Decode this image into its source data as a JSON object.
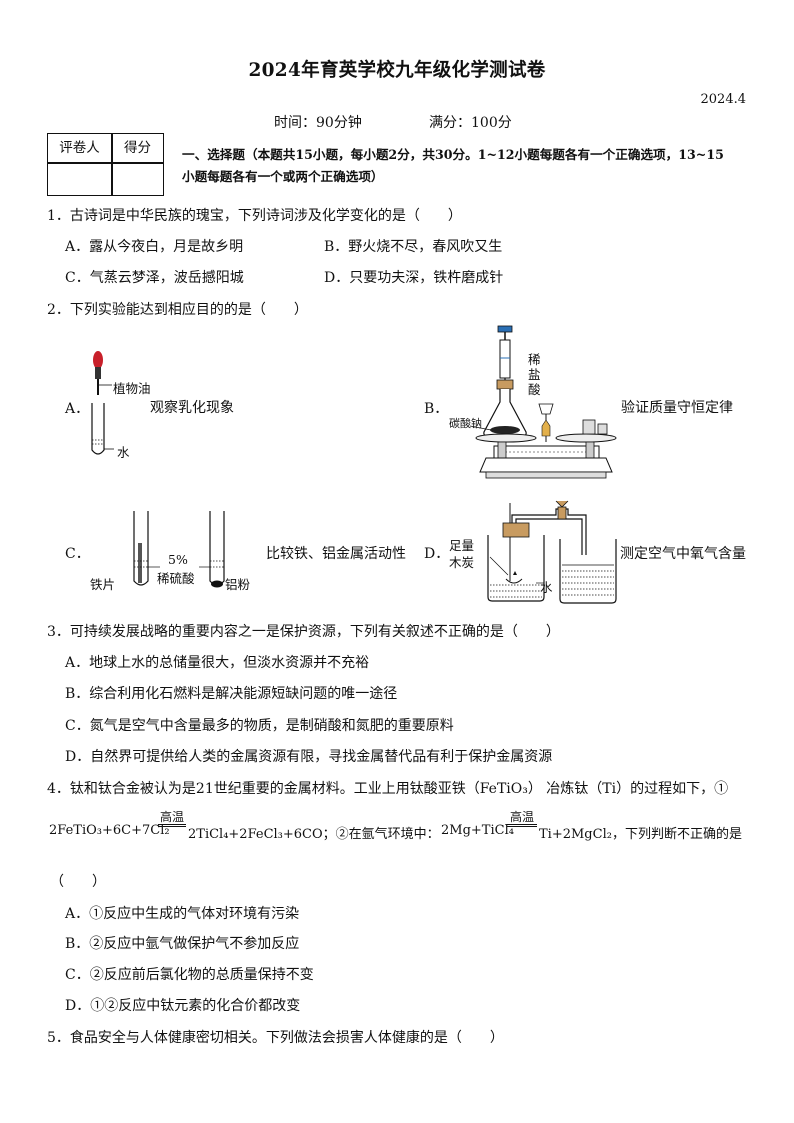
{
  "header": {
    "title": "2024年育英学校九年级化学测试卷",
    "date": "2024.4",
    "time": "时间：90分钟",
    "full_score": "满分：100分"
  },
  "score_box": {
    "grader": "评卷人",
    "score": "得分"
  },
  "section1": {
    "line1": "一、选择题（本题共15小题，每小题2分，共30分。1~12小题每题各有一个正确选项，13~15",
    "line2": "小题每题各有一个或两个正确选项）"
  },
  "q1": {
    "stem": "1．古诗词是中华民族的瑰宝，下列诗词涉及化学变化的是（　　）",
    "A": "A．露从今夜白，月是故乡明",
    "B": "B．野火烧不尽，春风吹又生",
    "C": "C．气蒸云梦泽，波岳撼阳城",
    "D": "D．只要功夫深，铁杵磨成针"
  },
  "q2": {
    "stem": "2．下列实验能达到相应目的的是（　　）",
    "A": {
      "label": "A．",
      "desc": "观察乳化现象",
      "oil": "植物油",
      "water": "水"
    },
    "B": {
      "label": "B．",
      "desc": "验证质量守恒定律",
      "acid": [
        "稀",
        "盐",
        "酸"
      ],
      "carbonate": "碳酸钠"
    },
    "C": {
      "label": "C．",
      "desc": "比较铁、铝金属活动性",
      "percent": "5%",
      "acid": "稀硫酸",
      "iron": "铁片",
      "al": "铝粉"
    },
    "D": {
      "label": "D．",
      "desc": "测定空气中氧气含量",
      "carbon1": "足量",
      "carbon2": "木炭",
      "water": "水"
    }
  },
  "q3": {
    "stem": "3．可持续发展战略的重要内容之一是保护资源，下列有关叙述不正确的是（　　）",
    "A": "A．地球上水的总储量很大，但淡水资源并不充裕",
    "B": "B．综合利用化石燃料是解决能源短缺问题的唯一途径",
    "C": "C．氮气是空气中含量最多的物质，是制硝酸和氮肥的重要原料",
    "D": "D．自然界可提供给人类的金属资源有限，寻找金属替代品有利于保护金属资源"
  },
  "q4": {
    "stem": "4．钛和钛合金被认为是21世纪重要的金属材料。工业上用钛酸亚铁（FeTiO₃） 冶炼钛（Ti）的过程如下，①",
    "eq1_left": "2FeTiO₃+6C+7Cl₂",
    "condition": "高温",
    "eq1_right": "2TiCl₄+2FeCl₃+6CO；②在氩气环境中：",
    "eq2_left": "2Mg+TiCl₄",
    "eq2_right": "Ti+2MgCl₂，下列判断不正确的是",
    "paren": "（　　）",
    "A": "A．①反应中生成的气体对环境有污染",
    "B": "B．②反应中氩气做保护气不参加反应",
    "C": "C．②反应前后氯化物的总质量保持不变",
    "D": "D．①②反应中钛元素的化合价都改变"
  },
  "q5": {
    "stem": "5．食品安全与人体健康密切相关。下列做法会损害人体健康的是（　　）"
  }
}
